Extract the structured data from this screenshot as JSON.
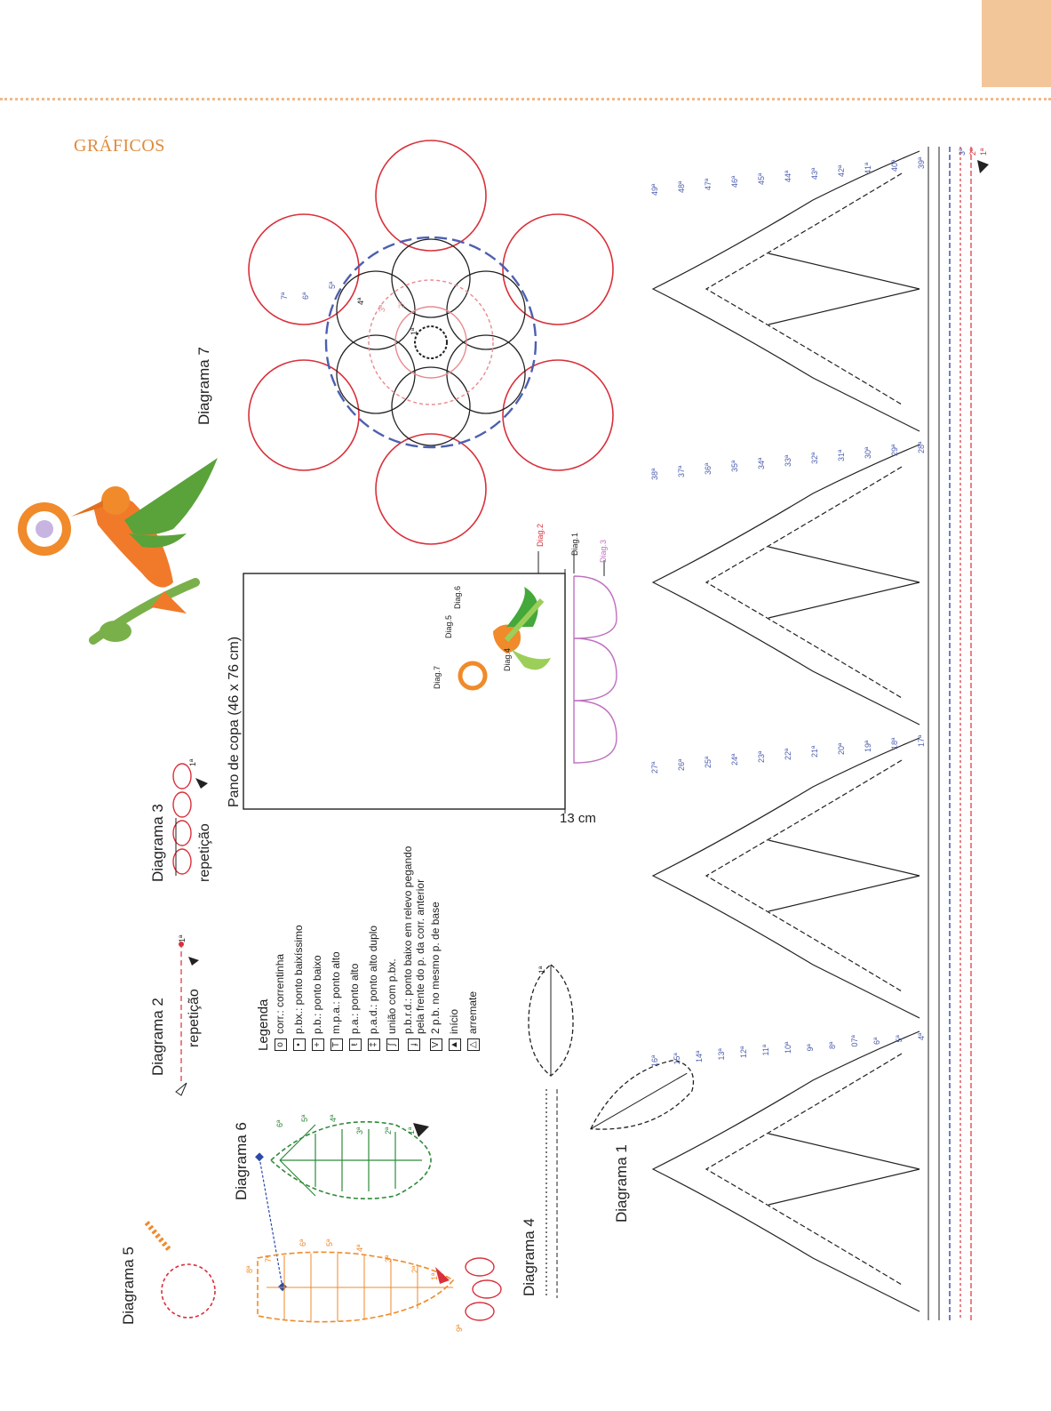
{
  "page": {
    "section_title": "GRÁFICOS",
    "accent_color": "#e08a3a"
  },
  "diagrams": {
    "d1": "Diagrama 1",
    "d2": "Diagrama 2",
    "d3": "Diagrama 3",
    "d4": "Diagrama 4",
    "d5": "Diagrama 5",
    "d6": "Diagrama 6",
    "d7": "Diagrama 7"
  },
  "repeat_label": "repetição",
  "layout_plan": {
    "title": "Pano de copa (46 x 76 cm)",
    "border_measure": "13 cm",
    "callouts": [
      "Diag.1",
      "Diag.2",
      "Diag.3",
      "Diag.4",
      "Diag.5",
      "Diag.6",
      "Diag.7"
    ]
  },
  "legend": {
    "title": "Legenda",
    "items": [
      "corr.: correntinha",
      "p.bx.: ponto baixíssimo",
      "p.b.: ponto baixo",
      "m.p.a.: ponto alto",
      "p.a.: ponto alto",
      "p.a.d.: ponto alto duplo",
      "união com p.bx.",
      "p.b.r.d.: ponto baixo em relevo pegando",
      "pela frente do p. da corr. anterior",
      "2 p.b. no mesmo p. de base",
      "início",
      "arremate"
    ]
  },
  "row_labels": {
    "d1": [
      "1ª",
      "2ª",
      "3ª",
      "4ª",
      "5ª",
      "6ª",
      "07ª",
      "8ª",
      "9ª",
      "10ª",
      "11ª",
      "12ª",
      "13ª",
      "14ª",
      "15ª",
      "16ª"
    ],
    "d1_cont": [
      "17ª",
      "18ª",
      "19ª",
      "20ª",
      "21ª",
      "22ª",
      "23ª",
      "24ª",
      "25ª",
      "26ª",
      "27ª",
      "28ª",
      "29ª",
      "30ª",
      "31ª",
      "32ª",
      "33ª",
      "34ª",
      "35ª",
      "36ª",
      "37ª",
      "38ª",
      "39ª",
      "40ª",
      "41ª",
      "42ª",
      "43ª",
      "44ª",
      "45ª",
      "46ª",
      "47ª",
      "48ª",
      "49ª"
    ],
    "d5": [
      "1ª",
      "2ª",
      "3ª",
      "4ª",
      "5ª",
      "6ª",
      "7ª",
      "8ª",
      "9ª"
    ],
    "d6": [
      "1ª",
      "2ª",
      "3ª",
      "4ª",
      "5ª",
      "6ª"
    ],
    "d7": [
      "1ª",
      "2ª",
      "3ª",
      "4ª",
      "5ª",
      "6ª",
      "7ª"
    ],
    "d2": [
      "1ª"
    ],
    "d3": [
      "1ª"
    ],
    "d4": [
      "1ª"
    ]
  },
  "colors": {
    "red": "#d9303a",
    "pink": "#e88a8e",
    "blue": "#4d5fb0",
    "black": "#222222",
    "orange": "#f08a2a",
    "green": "#2f8a3a",
    "purple": "#c070c0"
  }
}
